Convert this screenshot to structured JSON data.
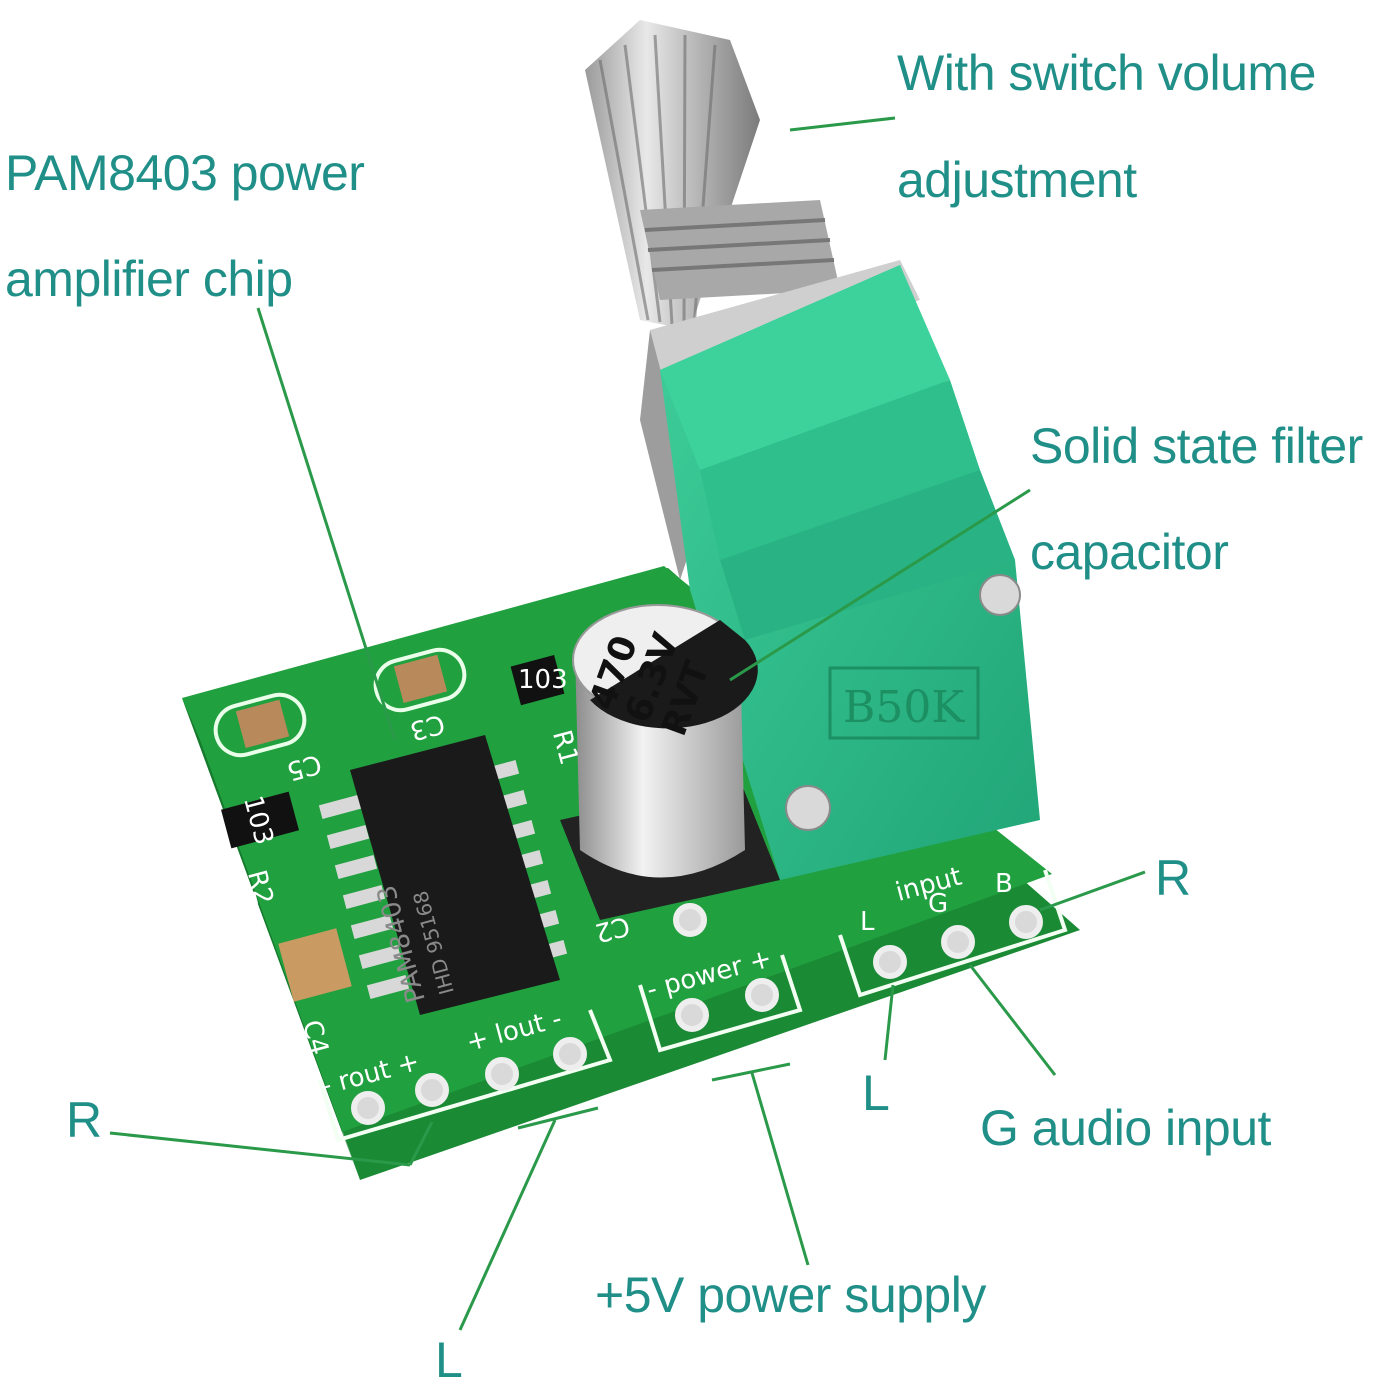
{
  "callouts": {
    "volume_switch_line1": "With switch volume",
    "volume_switch_line2": "adjustment",
    "chip_line1": "PAM8403 power",
    "chip_line2": "amplifier chip",
    "capacitor_line1": "Solid state filter",
    "capacitor_line2": "capacitor",
    "input_r": "R",
    "input_l": "L",
    "input_g": "G audio input",
    "output_r": "R",
    "output_l": "L",
    "power_supply": "+5V power supply"
  },
  "silkscreen": {
    "input": "input",
    "g": "G",
    "b": "B",
    "l": "L",
    "power": "- power +",
    "rout": "- rout +",
    "lout": "+ lout -",
    "c5": "C5",
    "c3": "C3",
    "r1": "R1",
    "r2": "R2",
    "c4": "C4",
    "c2": "C2",
    "res1": "103",
    "res2": "103"
  },
  "chip": {
    "line1": "PAM8403",
    "line2": "IHD  95168"
  },
  "capacitor": {
    "line1": "470",
    "line2": "6.3V",
    "line3": "RVT"
  },
  "potentiometer": {
    "marking": "B50K"
  },
  "colors": {
    "label_text": "#1f8f88",
    "leader_line": "#2a9a4a",
    "pcb": "#1e9a3c",
    "pot_body": "#27b585"
  }
}
